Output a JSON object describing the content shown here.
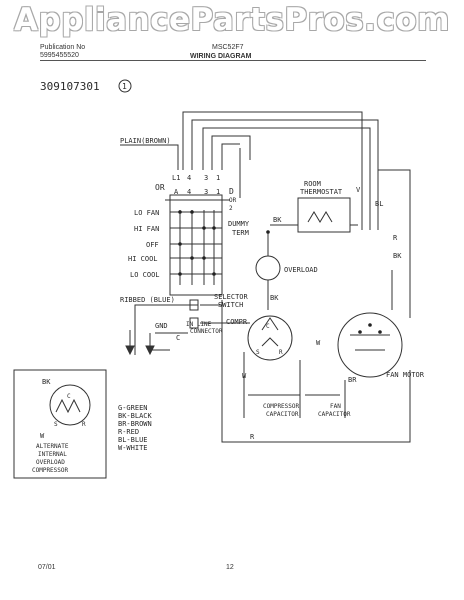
{
  "watermark": "AppliancePartsPros.com",
  "header": {
    "pub_line1": "Publication No",
    "pub_line2": "5995455520",
    "model": "MSC52F7",
    "section": "WIRING DIAGRAM"
  },
  "diagram_id": "309107301",
  "diagram_rev": "1",
  "footer": {
    "date": "07/01",
    "page": "12"
  },
  "labels": {
    "plain": "PLAIN(BROWN)",
    "or_left": "OR",
    "or_right": "OR",
    "l1": "L1",
    "t4a": "4",
    "t3a": "3",
    "t1a": "1",
    "ta": "A",
    "t4b": "4",
    "t3b": "3",
    "t1b": "1",
    "td": "D",
    "t2": "2",
    "dummy1": "DUMMY",
    "dummy2": "TERM",
    "lo_fan": "LO FAN",
    "hi_fan": "HI FAN",
    "off": "OFF",
    "hi_cool": "HI COOL",
    "lo_cool": "LO COOL",
    "ribbed": "RIBBED (BLUE)",
    "selector1": "SELECTOR",
    "selector2": "SWITCH",
    "gnd": "GND",
    "inline1": "IN LINE",
    "inline2": "CONNECTOR",
    "room1": "ROOM",
    "room2": "THERMOSTAT",
    "bk_thermo": "BK",
    "v": "V",
    "bl": "BL",
    "r_right": "R",
    "bk_right": "BK",
    "overload": "OVERLOAD",
    "bk_ol": "BK",
    "compr": "COMPR",
    "c": "C",
    "s": "S",
    "r_comp": "R",
    "w_fan": "W",
    "w_left": "W",
    "br": "BR",
    "fan_motor": "FAN MOTOR",
    "comp_cap1": "COMPRESSOR",
    "comp_cap2": "CAPACITOR",
    "fan_cap1": "FAN",
    "fan_cap2": "CAPACITOR",
    "r_bottom": "R",
    "c_gnd": "C"
  },
  "legend": [
    "G-GREEN",
    "BK-BLACK",
    "BR-BROWN",
    "R-RED",
    "BL-BLUE",
    "W-WHITE"
  ],
  "alternate": {
    "bk": "BK",
    "c": "C",
    "s": "S",
    "r": "R",
    "w": "W",
    "lines": [
      "ALTERNATE",
      "INTERNAL",
      "OVERLOAD",
      "COMPRESSOR"
    ]
  }
}
